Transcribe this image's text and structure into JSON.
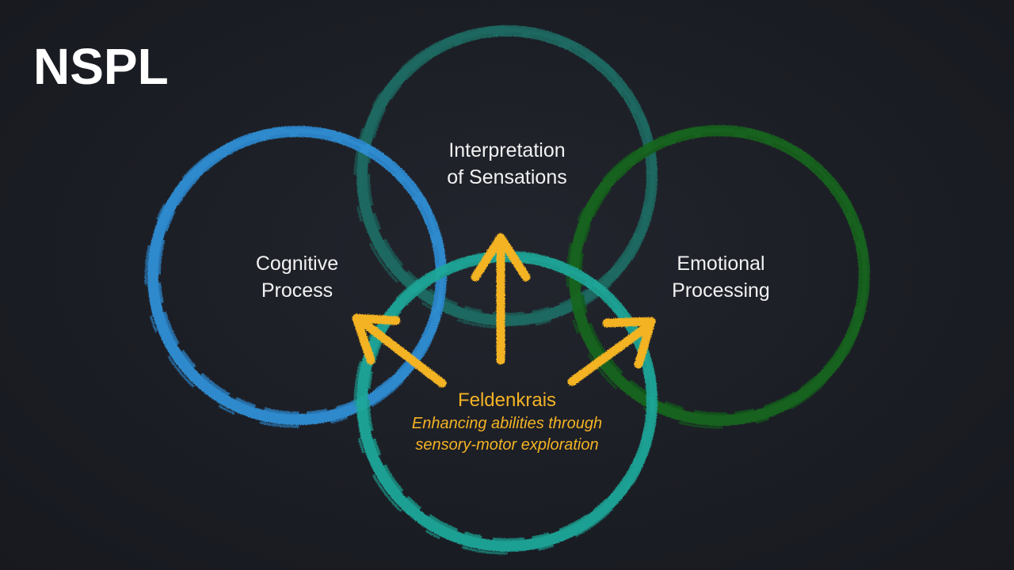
{
  "slide": {
    "title": "NSPL"
  },
  "circles": {
    "cognitive": {
      "line1": "Cognitive",
      "line2": "Process",
      "color": "#2e8fd6"
    },
    "interpretation": {
      "line1": "Interpretation",
      "line2": "of Sensations",
      "color": "#1e6b63"
    },
    "emotional": {
      "line1": "Emotional",
      "line2": "Processing",
      "color": "#17651f"
    },
    "feldenkrais": {
      "title": "Feldenkrais",
      "subtitle_line1": "Enhancing abilities through",
      "subtitle_line2": "sensory-motor exploration",
      "color": "#1ea89a"
    }
  },
  "arrows": {
    "color": "#f3b324",
    "directions": [
      "up-left",
      "up",
      "up-right"
    ]
  }
}
